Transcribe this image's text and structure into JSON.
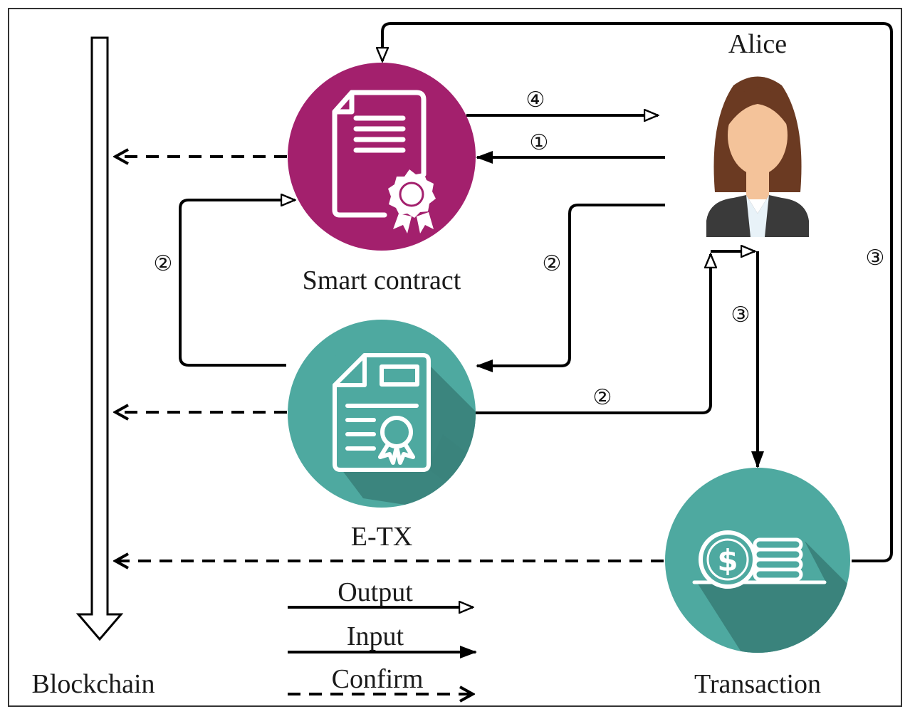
{
  "labels": {
    "alice": "Alice",
    "smart_contract": "Smart contract",
    "etx": "E-TX",
    "transaction": "Transaction",
    "blockchain": "Blockchain"
  },
  "step_markers": {
    "s1": "①",
    "s2": "②",
    "s3": "③",
    "s4": "④"
  },
  "legend": {
    "output": "Output",
    "input": "Input",
    "confirm": "Confirm"
  },
  "colors": {
    "smart_contract": "#a3206d",
    "etx": "#4ea9a0",
    "transaction": "#4ea9a0",
    "shadow": "#3a837c",
    "line": "#000000"
  },
  "icons": {
    "alice": "woman-avatar-icon",
    "smart_contract": "certificate-document-icon",
    "etx": "receipt-certificate-icon",
    "transaction": "dollar-coins-icon"
  }
}
